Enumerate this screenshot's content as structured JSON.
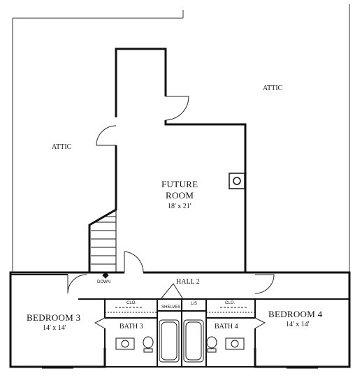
{
  "plan": {
    "attic_left": "ATTIC",
    "attic_right": "ATTIC",
    "future_room": {
      "name_line1": "FUTURE",
      "name_line2": "ROOM",
      "size": "18' x 21'"
    },
    "hall": "HALL 2",
    "stair_label": "DOWN",
    "bedroom3": {
      "name": "BEDROOM 3",
      "size": "14' x 14'"
    },
    "bedroom4": {
      "name": "BEDROOM 4",
      "size": "14' x 14'"
    },
    "bath3": "BATH 3",
    "bath4": "BATH 4",
    "closet_left": "CLO.",
    "closet_right": "CLO.",
    "shelves": "SHELVES",
    "linen": "L/S"
  }
}
